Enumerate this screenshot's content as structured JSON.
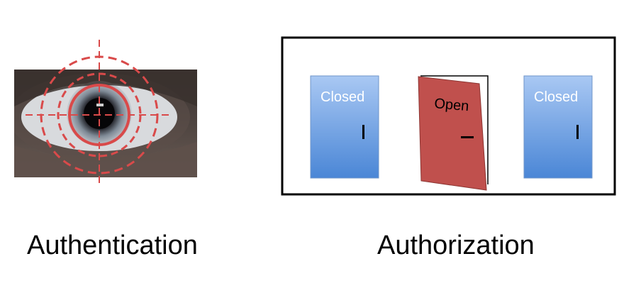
{
  "authentication": {
    "caption": "Authentication",
    "icon": "eye-scan-icon",
    "reticle_color": "#d94a4a"
  },
  "authorization": {
    "caption": "Authorization",
    "frame_color": "#000000",
    "doors": [
      {
        "label": "Closed",
        "state": "closed",
        "color": "#6a9ce8"
      },
      {
        "label": "Open",
        "state": "open",
        "color": "#c0504d"
      },
      {
        "label": "Closed",
        "state": "closed",
        "color": "#6a9ce8"
      }
    ]
  }
}
